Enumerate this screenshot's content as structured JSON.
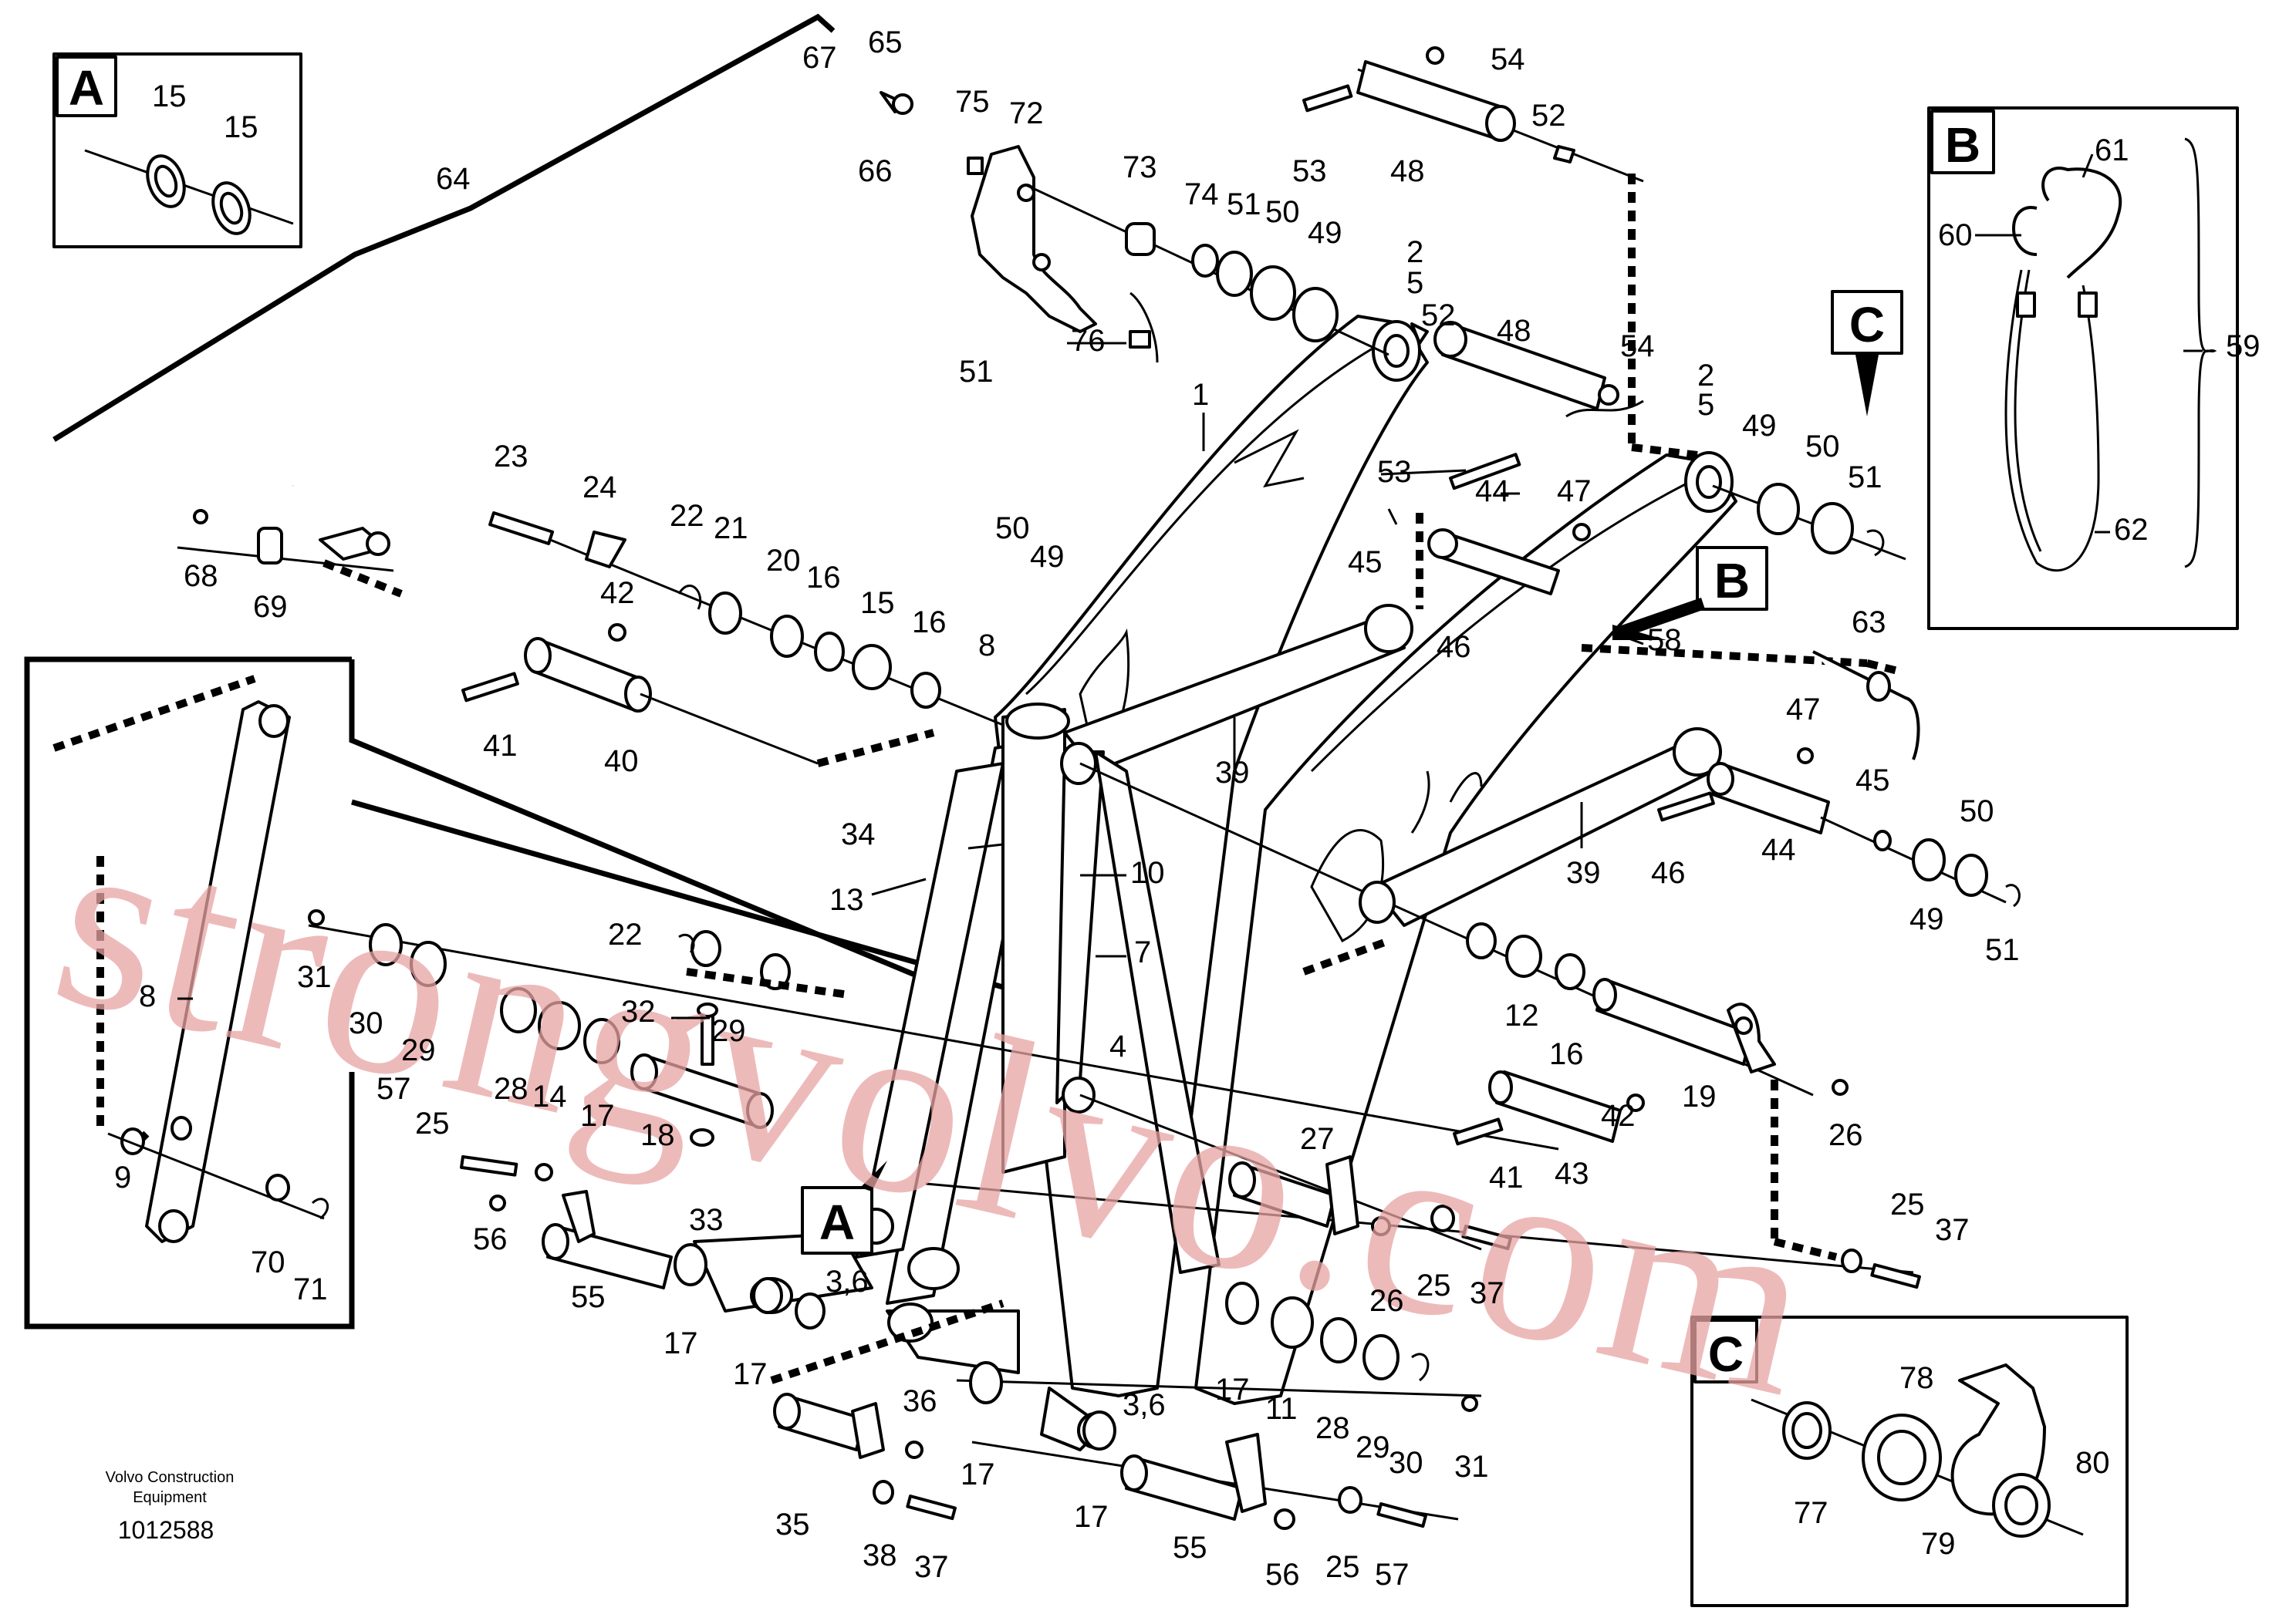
{
  "inset_letters": {
    "A": "A",
    "B": "B",
    "C": "C"
  },
  "watermark": "strongvolvo.com",
  "footer": {
    "line1": "Volvo Construction",
    "line2": "Equipment",
    "code": "1012588"
  },
  "labels": {
    "l1": "1",
    "l2a": "2",
    "l5a": "5",
    "l2b": "2",
    "l5b": "5",
    "l4": "4",
    "l7": "7",
    "l8a": "8",
    "l8b": "8",
    "l9": "9",
    "l10": "10",
    "l11": "11",
    "l12": "12",
    "l13": "13",
    "l14": "14",
    "l15a": "15",
    "l15b": "15",
    "l15c": "15",
    "l16a": "16",
    "l16b": "16",
    "l16c": "16",
    "l17a": "17",
    "l17b": "17",
    "l17c": "17",
    "l17d": "17",
    "l17e": "17",
    "l17f": "17",
    "l18": "18",
    "l19": "19",
    "l20": "20",
    "l21": "21",
    "l22a": "22",
    "l22b": "22",
    "l23": "23",
    "l24": "24",
    "l25a": "25",
    "l25b": "25",
    "l25c": "25",
    "l25d": "25",
    "l26a": "26",
    "l26b": "26",
    "l27": "27",
    "l28a": "28",
    "l28b": "28",
    "l29a": "29",
    "l29b": "29",
    "l29c": "29",
    "l30a": "30",
    "l30b": "30",
    "l31a": "31",
    "l31b": "31",
    "l32": "32",
    "l33": "33",
    "l34": "34",
    "l35": "35",
    "l36": "36",
    "l36a": "3,6",
    "l36b": "3,6",
    "l37a": "37",
    "l37b": "37",
    "l37c": "37",
    "l38": "38",
    "l39a": "39",
    "l39b": "39",
    "l40": "40",
    "l41a": "41",
    "l41b": "41",
    "l42a": "42",
    "l42b": "42",
    "l43": "43",
    "l44a": "44",
    "l44b": "44",
    "l45a": "45",
    "l45b": "45",
    "l46a": "46",
    "l46b": "46",
    "l47a": "47",
    "l47b": "47",
    "l48a": "48",
    "l48b": "48",
    "l49a": "49",
    "l49b": "49",
    "l49c": "49",
    "l49d": "49",
    "l50a": "50",
    "l50b": "50",
    "l50c": "50",
    "l50d": "50",
    "l51a": "51",
    "l51b": "51",
    "l51c": "51",
    "l51d": "51",
    "l52a": "52",
    "l52b": "52",
    "l53a": "53",
    "l53b": "53",
    "l54a": "54",
    "l54b": "54",
    "l55a": "55",
    "l55b": "55",
    "l56a": "56",
    "l56b": "56",
    "l57a": "57",
    "l57b": "57",
    "l58": "58",
    "l59": "59",
    "l60": "60",
    "l61": "61",
    "l62": "62",
    "l63": "63",
    "l64": "64",
    "l65": "65",
    "l66": "66",
    "l67": "67",
    "l68": "68",
    "l69": "69",
    "l70": "70",
    "l71": "71",
    "l72": "72",
    "l73": "73",
    "l74": "74",
    "l75": "75",
    "l76": "76",
    "l77": "77",
    "l78": "78",
    "l79": "79",
    "l80": "80"
  }
}
